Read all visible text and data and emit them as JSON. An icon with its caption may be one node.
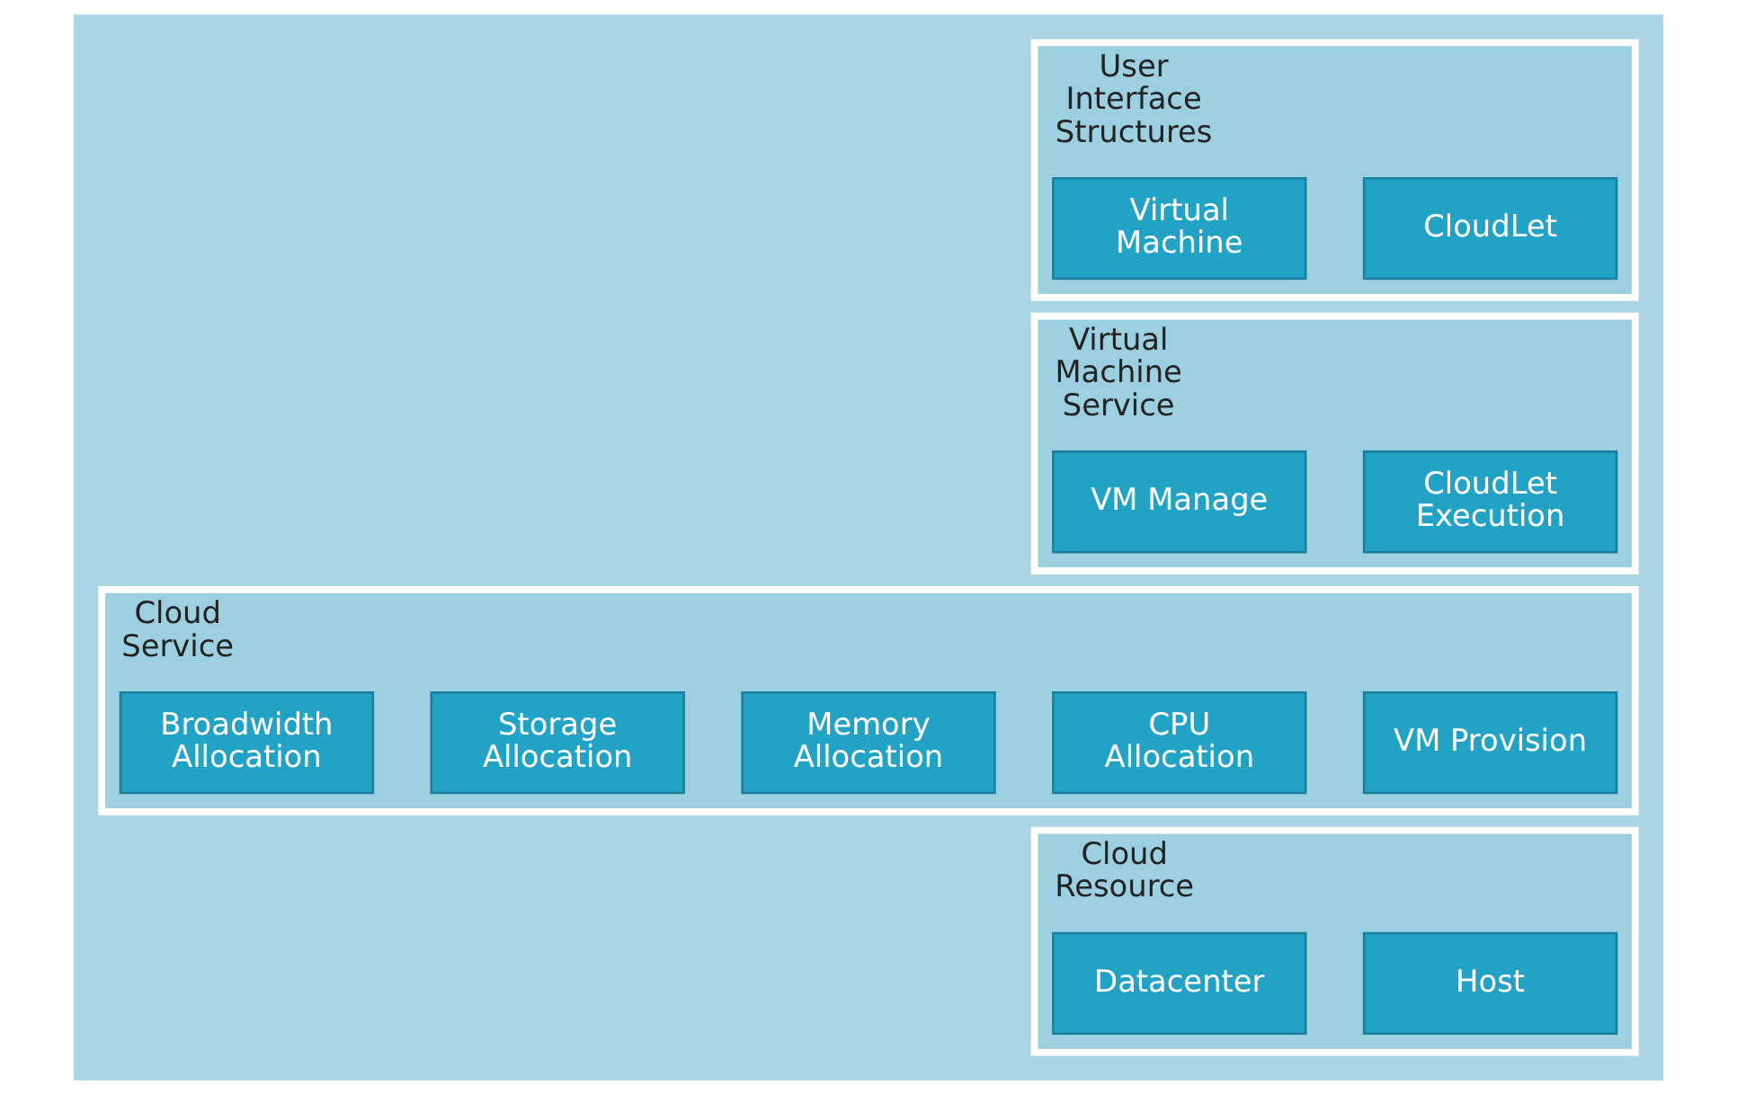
{
  "diagram": {
    "nodes": [
      {
        "text": [
          "User Interface Structures"
        ]
      },
      {
        "text": [
          "CloudLet"
        ],
        "in": 0
      },
      {
        "text": [
          "Virtual Machine"
        ],
        "in": 0
      },
      {
        "text": [
          "Virtual Machine Service"
        ]
      },
      {
        "text": [
          "CloudLet Execution"
        ],
        "in": 3
      },
      {
        "text": [
          "VM Manage"
        ],
        "in": 3
      },
      {
        "text": [
          "Cloud Service"
        ]
      },
      {
        "text": [
          "VM Provision"
        ],
        "in": 6
      },
      {
        "text": [
          "CPU Allocation"
        ],
        "in": 6
      },
      {
        "text": [
          "Memory Allocation"
        ],
        "in": 6
      },
      {
        "text": [
          "Storage Allocation"
        ],
        "in": 6
      },
      {
        "text": [
          "Broadwidth Allocation"
        ],
        "in": 6
      },
      {
        "text": [
          "Cloud Resource"
        ]
      },
      {
        "text": [
          "Host"
        ],
        "in": 12
      },
      {
        "text": [
          "Datacenter"
        ],
        "in": 12
      }
    ]
  }
}
